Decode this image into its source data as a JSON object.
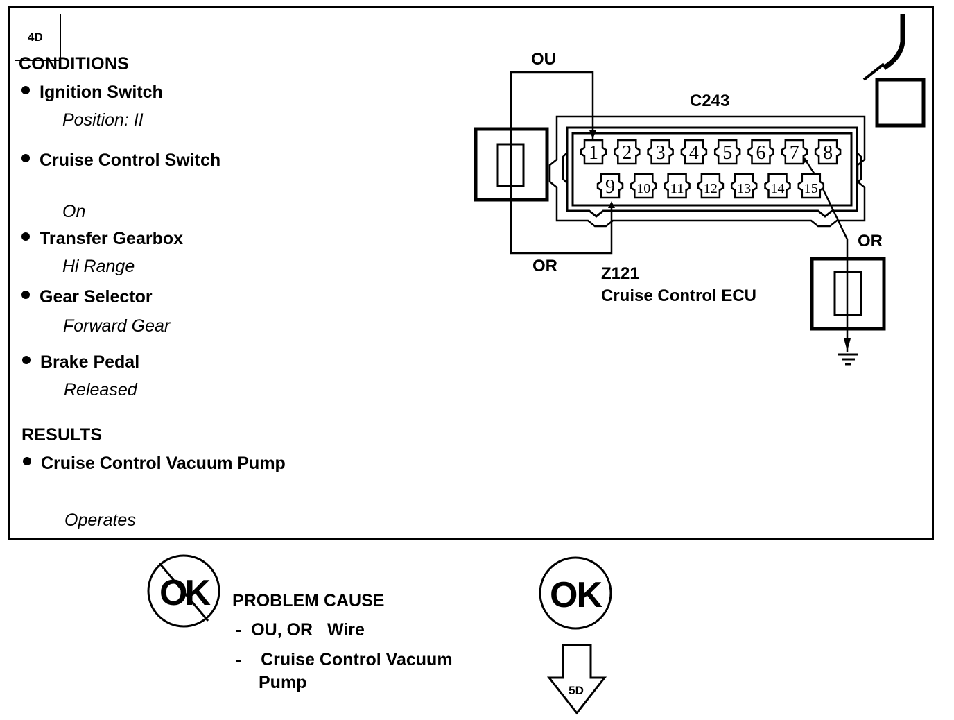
{
  "step_id": "4D",
  "conditions": {
    "heading": "CONDITIONS",
    "items": [
      {
        "name": "Ignition Switch",
        "state": "Position: II"
      },
      {
        "name": "Cruise Control Switch",
        "state": "On"
      },
      {
        "name": "Transfer Gearbox",
        "state": "Hi Range"
      },
      {
        "name": "Gear Selector",
        "state": "Forward Gear"
      },
      {
        "name": "Brake Pedal",
        "state": "Released"
      }
    ]
  },
  "results": {
    "heading": "RESULTS",
    "items": [
      {
        "name": "Cruise Control Vacuum Pump",
        "state": "Operates"
      }
    ]
  },
  "diagram": {
    "connector_id": "C243",
    "component_id": "Z121",
    "component_name": "Cruise Control ECU",
    "wire_top_label": "OU",
    "wire_bottom_label": "OR",
    "wire_right_label": "OR",
    "pins_top_row": [
      "1",
      "2",
      "3",
      "4",
      "5",
      "6",
      "7",
      "8"
    ],
    "pins_bottom_row": [
      "9",
      "10",
      "11",
      "12",
      "13",
      "14",
      "15"
    ]
  },
  "outcomes": {
    "not_ok_symbol": "OK",
    "ok_symbol": "OK",
    "problem_cause_heading": "PROBLEM CAUSE",
    "problem_causes": [
      "OU, OR   Wire",
      "Cruise Control Vacuum",
      "Pump"
    ],
    "next_step": "5D"
  }
}
